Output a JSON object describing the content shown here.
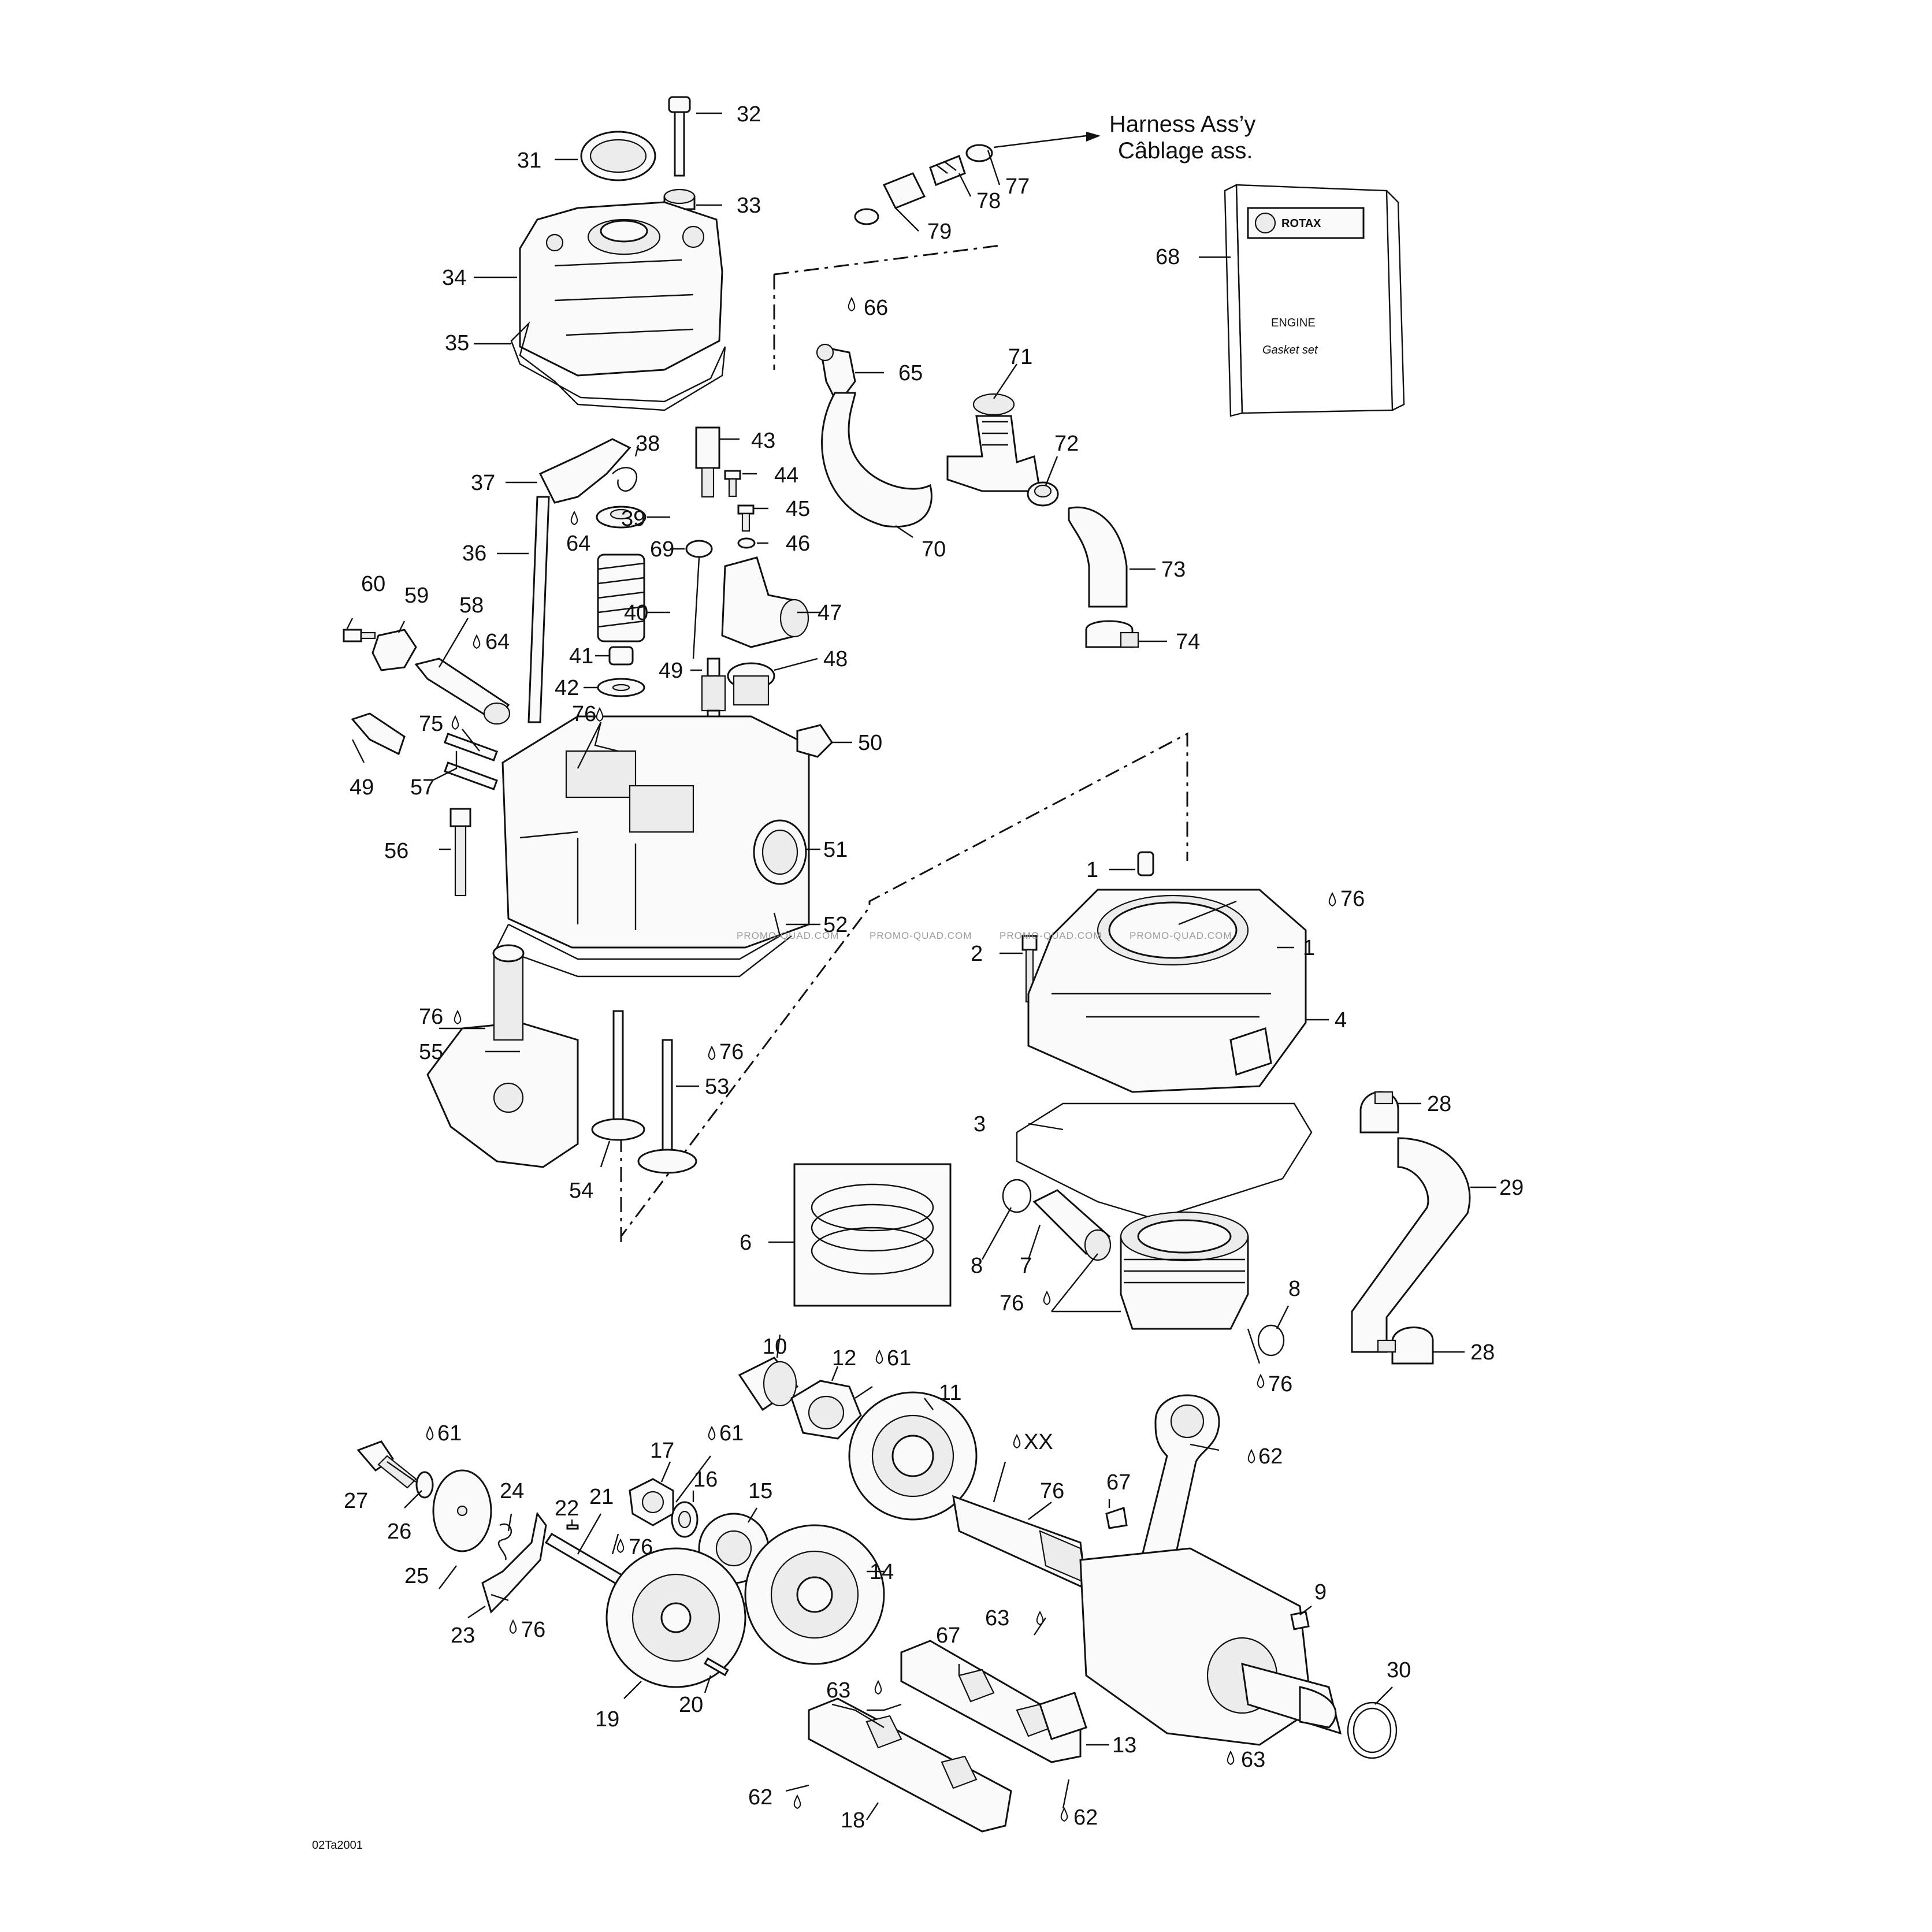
{
  "diagram_code": "02Ta2001",
  "harness_note": {
    "line1": "Harness Ass’y",
    "line2": "Câblage ass."
  },
  "booklet": {
    "brand": "ROTAX",
    "title": "ENGINE",
    "subtitle": "Gasket set"
  },
  "watermark": "PROMO-QUAD.COM",
  "callouts": [
    {
      "id": "c32",
      "text": "32"
    },
    {
      "id": "c31",
      "text": "31"
    },
    {
      "id": "c33",
      "text": "33"
    },
    {
      "id": "c34",
      "text": "34"
    },
    {
      "id": "c35",
      "text": "35"
    },
    {
      "id": "c77",
      "text": "77"
    },
    {
      "id": "c78",
      "text": "78"
    },
    {
      "id": "c79",
      "text": "79"
    },
    {
      "id": "c68",
      "text": "68"
    },
    {
      "id": "c66",
      "text": "66"
    },
    {
      "id": "c65",
      "text": "65"
    },
    {
      "id": "c71",
      "text": "71"
    },
    {
      "id": "c72",
      "text": "72"
    },
    {
      "id": "c70",
      "text": "70"
    },
    {
      "id": "c73",
      "text": "73"
    },
    {
      "id": "c74",
      "text": "74"
    },
    {
      "id": "c43",
      "text": "43"
    },
    {
      "id": "c44",
      "text": "44"
    },
    {
      "id": "c45",
      "text": "45"
    },
    {
      "id": "c46",
      "text": "46"
    },
    {
      "id": "c38",
      "text": "38"
    },
    {
      "id": "c37",
      "text": "37"
    },
    {
      "id": "c39",
      "text": "39"
    },
    {
      "id": "c64a",
      "text": "64"
    },
    {
      "id": "c69",
      "text": "69"
    },
    {
      "id": "c36",
      "text": "36"
    },
    {
      "id": "c40",
      "text": "40"
    },
    {
      "id": "c47",
      "text": "47"
    },
    {
      "id": "c60",
      "text": "60"
    },
    {
      "id": "c59",
      "text": "59"
    },
    {
      "id": "c58",
      "text": "58"
    },
    {
      "id": "c64b",
      "text": "64"
    },
    {
      "id": "c41",
      "text": "41"
    },
    {
      "id": "c42",
      "text": "42"
    },
    {
      "id": "c49a",
      "text": "49"
    },
    {
      "id": "c48",
      "text": "48"
    },
    {
      "id": "c76a",
      "text": "76"
    },
    {
      "id": "c75",
      "text": "75"
    },
    {
      "id": "c50",
      "text": "50"
    },
    {
      "id": "c49b",
      "text": "49"
    },
    {
      "id": "c57",
      "text": "57"
    },
    {
      "id": "c56",
      "text": "56"
    },
    {
      "id": "c51",
      "text": "51"
    },
    {
      "id": "c52",
      "text": "52"
    },
    {
      "id": "c1a",
      "text": "1"
    },
    {
      "id": "c76b",
      "text": "76"
    },
    {
      "id": "c2",
      "text": "2"
    },
    {
      "id": "c1b",
      "text": "1"
    },
    {
      "id": "c4",
      "text": "4"
    },
    {
      "id": "c76c",
      "text": "76"
    },
    {
      "id": "c55",
      "text": "55"
    },
    {
      "id": "c76d",
      "text": "76"
    },
    {
      "id": "c53",
      "text": "53"
    },
    {
      "id": "c3",
      "text": "3"
    },
    {
      "id": "c28a",
      "text": "28"
    },
    {
      "id": "c29",
      "text": "29"
    },
    {
      "id": "c54",
      "text": "54"
    },
    {
      "id": "c6",
      "text": "6"
    },
    {
      "id": "c8a",
      "text": "8"
    },
    {
      "id": "c7",
      "text": "7"
    },
    {
      "id": "c76e",
      "text": "76"
    },
    {
      "id": "c8b",
      "text": "8"
    },
    {
      "id": "c28b",
      "text": "28"
    },
    {
      "id": "c76f",
      "text": "76"
    },
    {
      "id": "c10",
      "text": "10"
    },
    {
      "id": "c12",
      "text": "12"
    },
    {
      "id": "c61a",
      "text": "61"
    },
    {
      "id": "c11",
      "text": "11"
    },
    {
      "id": "c61b",
      "text": "61"
    },
    {
      "id": "c17",
      "text": "17"
    },
    {
      "id": "c61c",
      "text": "61"
    },
    {
      "id": "c16",
      "text": "16"
    },
    {
      "id": "cXX",
      "text": "XX"
    },
    {
      "id": "c62a",
      "text": "62"
    },
    {
      "id": "c27",
      "text": "27"
    },
    {
      "id": "c26",
      "text": "26"
    },
    {
      "id": "c24",
      "text": "24"
    },
    {
      "id": "c22",
      "text": "22"
    },
    {
      "id": "c21",
      "text": "21"
    },
    {
      "id": "c15",
      "text": "15"
    },
    {
      "id": "c76g",
      "text": "76"
    },
    {
      "id": "c67a",
      "text": "67"
    },
    {
      "id": "c25",
      "text": "25"
    },
    {
      "id": "c76h",
      "text": "76"
    },
    {
      "id": "c14",
      "text": "14"
    },
    {
      "id": "c23",
      "text": "23"
    },
    {
      "id": "c76i",
      "text": "76"
    },
    {
      "id": "c9",
      "text": "9"
    },
    {
      "id": "c67b",
      "text": "67"
    },
    {
      "id": "c63a",
      "text": "63"
    },
    {
      "id": "c30",
      "text": "30"
    },
    {
      "id": "c19",
      "text": "19"
    },
    {
      "id": "c20",
      "text": "20"
    },
    {
      "id": "c63b",
      "text": "63"
    },
    {
      "id": "c13",
      "text": "13"
    },
    {
      "id": "c62b",
      "text": "62"
    },
    {
      "id": "c63c",
      "text": "63"
    },
    {
      "id": "c18",
      "text": "18"
    },
    {
      "id": "c62c",
      "text": "62"
    }
  ]
}
